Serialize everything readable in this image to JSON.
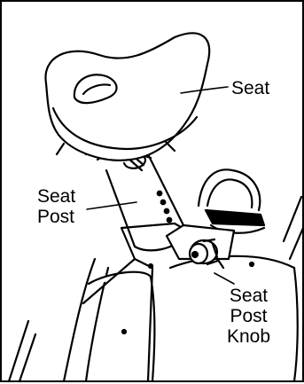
{
  "labels": {
    "seat": "Seat",
    "seat_post": "Seat\nPost",
    "seat_post_knob": "Seat\nPost\nKnob"
  }
}
